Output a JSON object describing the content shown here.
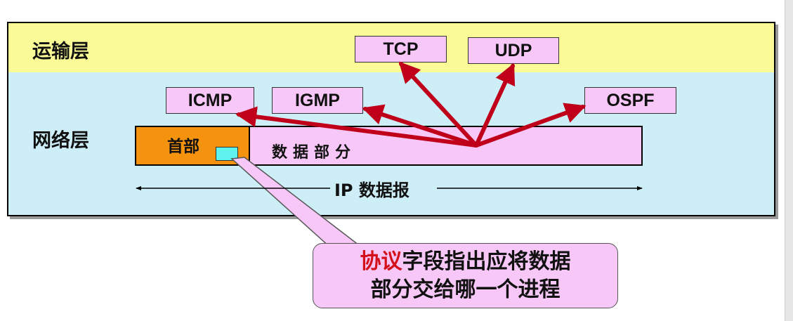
{
  "layers": {
    "transport": "运输层",
    "network": "网络层"
  },
  "protocols": {
    "tcp": "TCP",
    "udp": "UDP",
    "icmp": "ICMP",
    "igmp": "IGMP",
    "ospf": "OSPF"
  },
  "datagram": {
    "header": "首部",
    "data": "数据部分",
    "label": "IP 数据报"
  },
  "callout": {
    "highlight": "协议",
    "line1_rest": "字段指出应将数据",
    "line2": "部分交给哪一个进程"
  },
  "colors": {
    "transport_bg": "#fafa96",
    "network_bg": "#cdeef6",
    "protocol_box": "#f7c8f7",
    "header_fill": "#f5930f",
    "protocol_field": "#5ff3ee",
    "arrow": "#c0001a",
    "highlight_text": "#d4101a"
  }
}
